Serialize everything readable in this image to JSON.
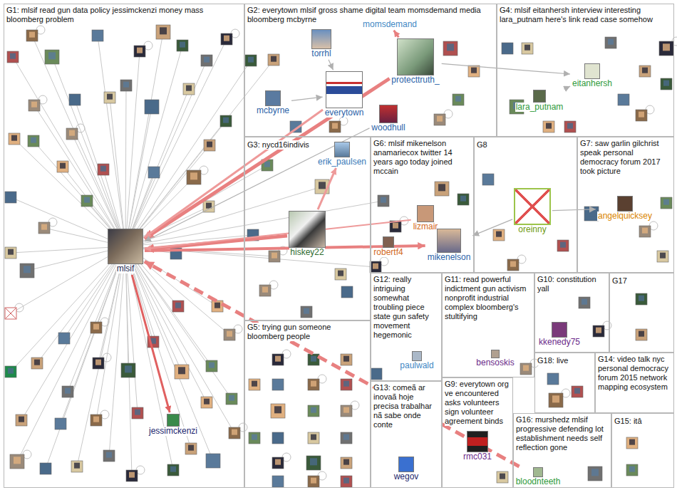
{
  "diagram": {
    "nodes": [
      {
        "text": [
          "G1: mlsif read gun data policy jessimckenzi money mass bloomberg problem"
        ]
      },
      {
        "text": [
          "mlsif"
        ],
        "in": 0
      },
      {
        "text": [
          "jessimckenzi"
        ],
        "in": 0
      },
      {
        "text": [
          "G2: everytown mlsif gross shame digital team momsdemand media bloomberg mcbyrne"
        ]
      },
      {
        "text": [
          "mcbyrne"
        ],
        "in": 3
      },
      {
        "text": [
          "torrhl"
        ],
        "in": 3
      },
      {
        "text": [
          "everytown"
        ],
        "in": 3
      },
      {
        "text": [
          "momsdemand"
        ],
        "in": 3
      },
      {
        "text": [
          "protecttruth_"
        ],
        "in": 3
      },
      {
        "text": [
          "woodhull"
        ],
        "in": 3
      },
      {
        "text": [
          "G4: mlsif eitanhersh interview interesting lara_putnam here's link read case somehow"
        ]
      },
      {
        "text": [
          "eitanhersh"
        ],
        "in": 10
      },
      {
        "text": [
          "lara_putnam"
        ],
        "in": 10
      },
      {
        "text": [
          "G3: nycd16indivis"
        ]
      },
      {
        "text": [
          "erik_paulsen"
        ],
        "in": 13
      },
      {
        "text": [
          "hiskey22"
        ],
        "in": 13
      },
      {
        "text": [
          "G6: mlsif mikenelson anamariecox twitter 14 years ago today joined mccain"
        ]
      },
      {
        "text": [
          "lizmair"
        ],
        "in": 16
      },
      {
        "text": [
          "robertf4"
        ],
        "in": 16
      },
      {
        "text": [
          "mikenelson"
        ],
        "in": 16
      },
      {
        "text": [
          "G8"
        ]
      },
      {
        "text": [
          "oreinny"
        ],
        "in": 20
      },
      {
        "text": [
          "G7: saw garlin gilchrist speak personal democracy forum 2017 took picture"
        ]
      },
      {
        "text": [
          "angelquicksey"
        ],
        "in": 22
      },
      {
        "text": [
          "G12: really intriguing somewhat troubling piece state gun safety movement hegemonic"
        ]
      },
      {
        "text": [
          "paulwald"
        ],
        "in": 24
      },
      {
        "text": [
          "G11: read powerful indictment gun activism nonprofit industrial complex bloomberg's stultifying"
        ]
      },
      {
        "text": [
          "bensoskis"
        ],
        "in": 26
      },
      {
        "text": [
          "G10: constitution yall"
        ]
      },
      {
        "text": [
          "kkenedy75"
        ],
        "in": 28
      },
      {
        "text": [
          "G17"
        ]
      },
      {
        "text": [
          "G5: trying gun someone bloomberg people"
        ]
      },
      {
        "text": [
          "G13: comeã ar inovaã hoje precisa trabalhar nã sabe onde conte"
        ]
      },
      {
        "text": [
          "wegov"
        ],
        "in": 32
      },
      {
        "text": [
          "G9: everytown org ve encountered asks volunteers sign volunteer agreement binds"
        ]
      },
      {
        "text": [
          "rmc031"
        ],
        "in": 34
      },
      {
        "text": [
          "G18: live"
        ]
      },
      {
        "text": [
          "G14: video talk nyc personal democracy forum 2015 network mapping ecosystem"
        ]
      },
      {
        "text": [
          "G16: murshedz mlsif progressive defending lot establishment needs self reflection gone"
        ]
      },
      {
        "text": [
          "bloodnteeth"
        ],
        "in": 38
      },
      {
        "text": [
          "G15: itâ"
        ]
      }
    ],
    "edges": [
      {
        "from": 15,
        "to": 1,
        "arrow": "to"
      },
      {
        "from": 8,
        "to": 1,
        "arrow": "to"
      },
      {
        "from": 6,
        "to": 1,
        "arrow": "to"
      },
      {
        "from": 1,
        "to": 2,
        "arrow": "to"
      },
      {
        "from": 39,
        "to": 1,
        "arrow": "to"
      },
      {
        "from": 1,
        "to": 19,
        "arrow": "to"
      },
      {
        "from": 15,
        "to": 14,
        "arrow": "to"
      },
      {
        "from": 8,
        "to": 7,
        "arrow": "to"
      },
      {
        "from": 8,
        "to": 11,
        "arrow": "to"
      },
      {
        "from": 12,
        "to": 11,
        "arrow": "to"
      },
      {
        "from": 4,
        "to": 6,
        "arrow": "to"
      },
      {
        "from": 5,
        "to": 6,
        "arrow": "to"
      },
      {
        "from": 21,
        "to": 23,
        "arrow": "to"
      },
      {
        "from": 21,
        "to": 19,
        "arrow": "to"
      },
      {
        "from": 9,
        "to": 1,
        "arrow": "to"
      },
      {
        "from": 17,
        "to": 1,
        "arrow": "to"
      }
    ]
  }
}
